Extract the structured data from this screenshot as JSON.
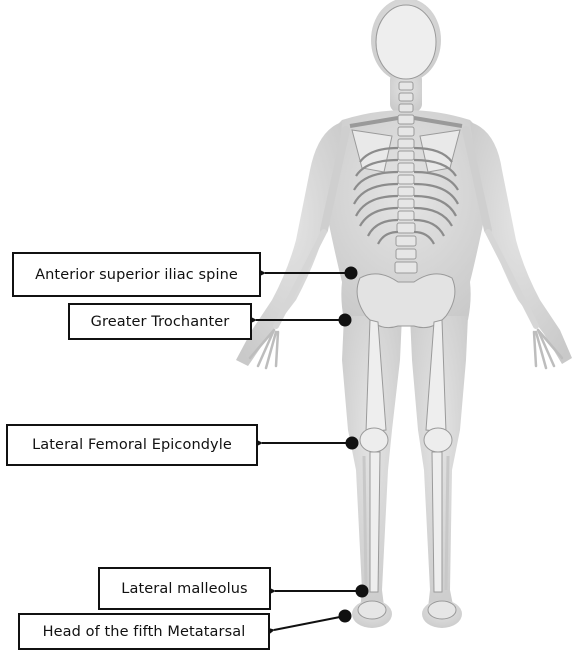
{
  "labels": [
    {
      "id": "asis",
      "text": "Anterior superior iliac spine"
    },
    {
      "id": "gt",
      "text": "Greater Trochanter"
    },
    {
      "id": "lfe",
      "text": "Lateral Femoral Epicondyle"
    },
    {
      "id": "lm",
      "text": "Lateral malleolus"
    },
    {
      "id": "h5m",
      "text": "Head of the fifth Metatarsal"
    }
  ],
  "colors": {
    "background": "#ffffff",
    "skin": "#d9d9d9",
    "bone": "#f1f1f1",
    "bone_outline": "#9a9a9a",
    "ink": "#111111"
  }
}
